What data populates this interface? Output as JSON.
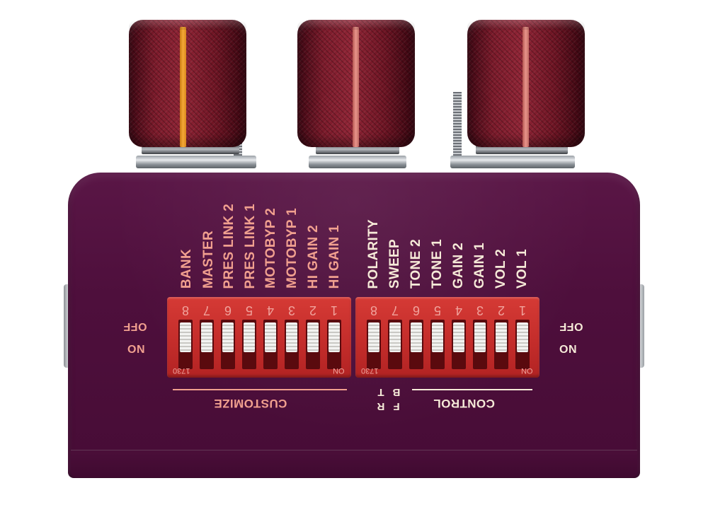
{
  "colors": {
    "enclosure": "#4e0f3c",
    "dip_switch": "#c42d2b",
    "pink_label": "#f1a08f",
    "cream_label": "#f6ead8",
    "knob": "#7a1a2a",
    "knob_marker_left": "#f4a836",
    "knob_marker": "#e8958b"
  },
  "knobs": [
    {
      "name": "left-knob",
      "marker_color": "orange"
    },
    {
      "name": "center-knob",
      "marker_color": "pink"
    },
    {
      "name": "right-knob",
      "marker_color": "pink"
    }
  ],
  "customize": {
    "title": "CUSTOMIZE",
    "labels": [
      "BANK",
      "MASTER",
      "PRES LINK 2",
      "PRES LINK 1",
      "MOTOBYP 2",
      "MOTOBYP 1",
      "HI GAIN 2",
      "HI GAIN 1"
    ],
    "numbers": [
      "8",
      "7",
      "6",
      "5",
      "4",
      "3",
      "2",
      "1"
    ],
    "foot_left": "1730",
    "foot_right": "ON",
    "off_label": "OFF",
    "on_label": "ON"
  },
  "control": {
    "title": "CONTROL",
    "labels": [
      "POLARITY",
      "SWEEP",
      "TONE 2",
      "TONE 1",
      "GAIN 2",
      "GAIN 1",
      "VOL 2",
      "VOL 1"
    ],
    "numbers": [
      "8",
      "7",
      "6",
      "5",
      "4",
      "3",
      "2",
      "1"
    ],
    "foot_left": "1730",
    "foot_right": "ON",
    "off_label": "OFF",
    "on_label": "ON",
    "trf_letters": [
      "T",
      "R",
      "B",
      "F"
    ]
  }
}
